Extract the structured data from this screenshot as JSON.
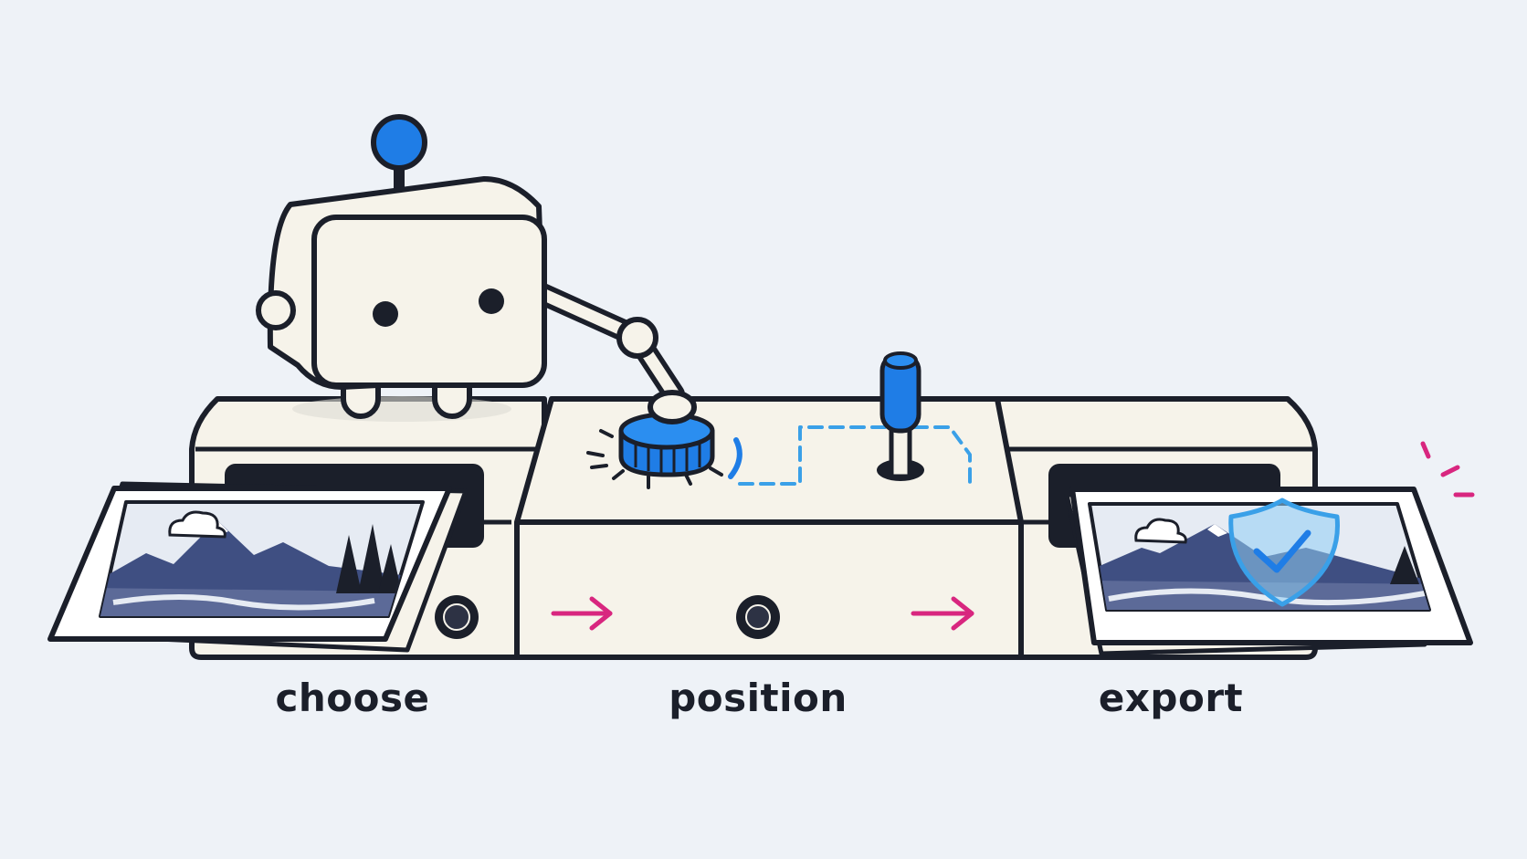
{
  "steps": [
    {
      "label": "choose"
    },
    {
      "label": "position"
    },
    {
      "label": "export"
    }
  ],
  "colors": {
    "background": "#eef2f7",
    "machine": "#f6f3ea",
    "outline": "#1b1f2a",
    "accent_blue": "#1f7de6",
    "guide_blue": "#3aa0e8",
    "arrow_pink": "#d8267f",
    "photo_blue": "#3f4f82",
    "photo_sky": "#e6ebf3"
  },
  "icons": [
    "robot-icon",
    "dial-knob-icon",
    "joystick-icon",
    "photo-card-icon",
    "shield-check-icon",
    "arrow-right-icon",
    "spark-icon"
  ]
}
